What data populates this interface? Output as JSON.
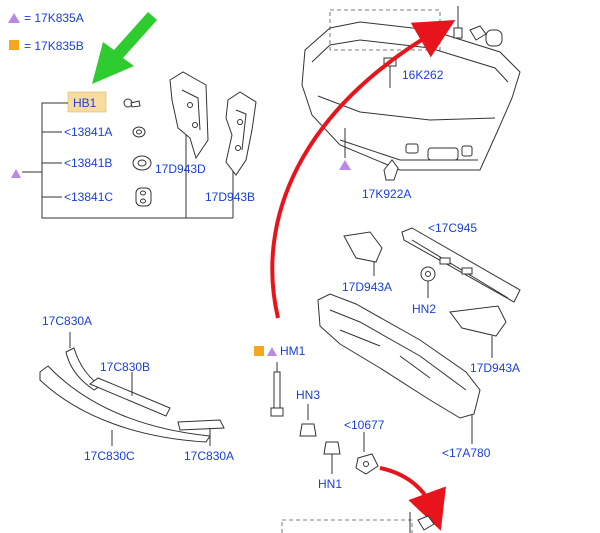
{
  "legend": {
    "triangle_text": "= 17K835A",
    "square_text": "= 17K835B",
    "triangle_color": "#b88ae6",
    "square_color": "#f5a623"
  },
  "colors": {
    "label_blue": "#1a3fd6",
    "line": "#333333",
    "arrow_red": "#e8141c",
    "arrow_green": "#2ecc2e",
    "callout_fill": "#f7dc9e"
  },
  "callout": {
    "text": "HB1"
  },
  "labels": {
    "l_13841a": "<13841A",
    "l_13841b": "<13841B",
    "l_13841c": "<13841C",
    "l_17d943d": "17D943D",
    "l_17d943b": "17D943B",
    "l_16k262": "16K262",
    "l_17k922a": "17K922A",
    "l_17c945": "<17C945",
    "l_17d943a_1": "17D943A",
    "l_hn2": "HN2",
    "l_17d943a_2": "17D943A",
    "l_17a780": "<17A780",
    "l_17c830a_1": "17C830A",
    "l_17c830b": "17C830B",
    "l_17c830c": "17C830C",
    "l_17c830a_2": "17C830A",
    "l_hm1": "HM1",
    "l_hn3": "HN3",
    "l_10677": "<10677",
    "l_hn1": "HN1"
  }
}
